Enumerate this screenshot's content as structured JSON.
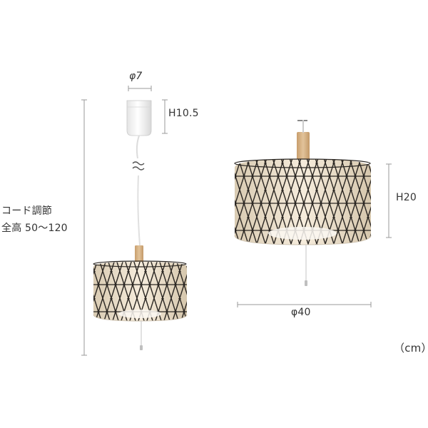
{
  "dimensions": {
    "canopy_diameter": "φ7",
    "canopy_height": "H10.5",
    "cord_adjust_line1": "コード調節",
    "cord_adjust_line2": "全高 50〜120",
    "shade_height": "H20",
    "shade_diameter": "φ40",
    "unit": "（cm）"
  },
  "colors": {
    "dimension_line": "#9a9a9a",
    "shade_fabric": "#f1e6d3",
    "shade_pattern": "#2a2622",
    "wood": "#d9b78c",
    "canopy": "#f7f7f7",
    "cord": "#e6e6e6"
  },
  "icons": {
    "cord_break": "wavy-break-icon"
  }
}
